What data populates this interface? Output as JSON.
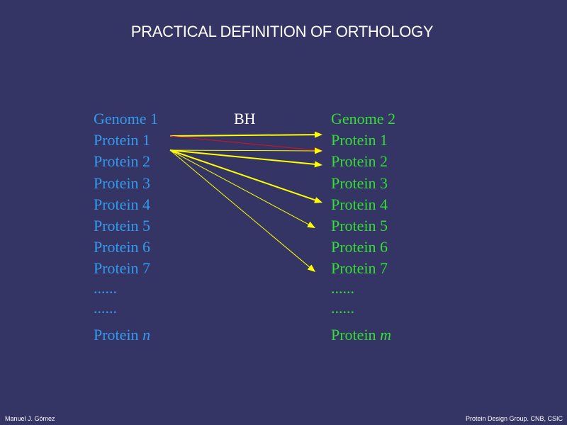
{
  "title": "PRACTICAL DEFINITION OF ORTHOLOGY",
  "relation_label": "BH",
  "genome1": {
    "header": "Genome 1",
    "proteins": [
      "Protein 1",
      "Protein 2",
      "Protein 3",
      "Protein 4",
      "Protein 5",
      "Protein 6",
      "Protein 7"
    ],
    "ellipsis": [
      "......",
      "......"
    ],
    "last_prefix": "Protein ",
    "last_var": "n"
  },
  "genome2": {
    "header": "Genome 2",
    "proteins": [
      "Protein 1",
      "Protein 2",
      "Protein 3",
      "Protein 4",
      "Protein 5",
      "Protein 6",
      "Protein 7"
    ],
    "ellipsis": [
      "......",
      "......"
    ],
    "last_prefix": "Protein ",
    "last_var": "m"
  },
  "arrows": [
    {
      "from": 1,
      "to": 1,
      "color": "#ffff00",
      "weight": "thick"
    },
    {
      "from": 1,
      "to": 2,
      "color": "#dd1111",
      "weight": "thin"
    },
    {
      "from": 2,
      "to": 2,
      "color": "#ffff00",
      "weight": "thin"
    },
    {
      "from": 2,
      "to": 3,
      "color": "#ffff00",
      "weight": "thick"
    },
    {
      "from": 2,
      "to": 4,
      "color": "#ffff00",
      "weight": "thick"
    },
    {
      "from": 2,
      "to": 5,
      "color": "#ffff00",
      "weight": "thin"
    },
    {
      "from": 2,
      "to": 7,
      "color": "#ffff00",
      "weight": "thin"
    }
  ],
  "footer": {
    "left": "Manuel J. Gómez",
    "right": "Protein Design Group. CNB, CSIC"
  }
}
